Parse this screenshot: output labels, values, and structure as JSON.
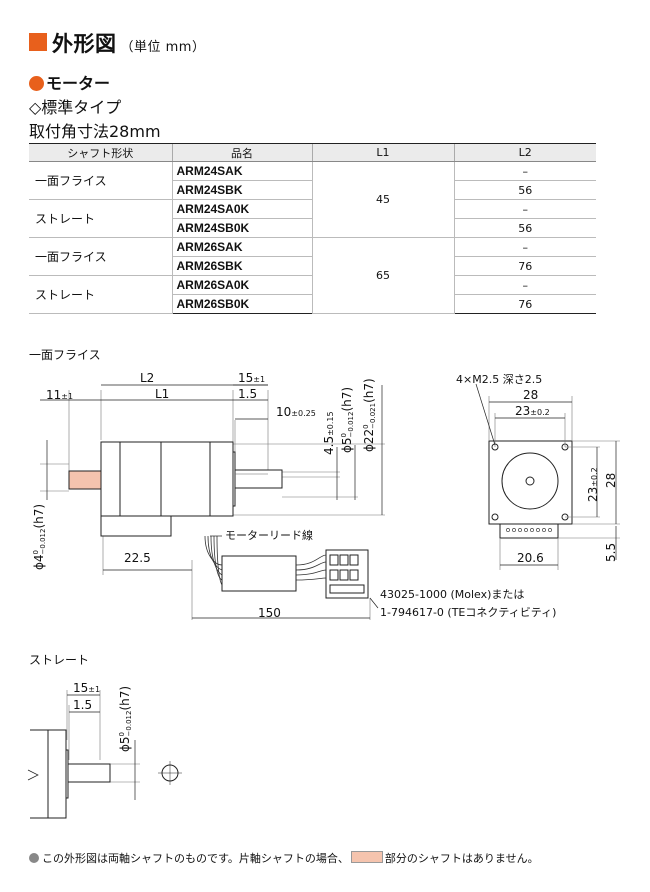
{
  "header": {
    "title": "外形図",
    "unit": "（単位 mm）"
  },
  "section": {
    "category": "モーター",
    "type": "◇標準タイプ",
    "size": "取付角寸法28mm"
  },
  "table": {
    "headers": [
      "シャフト形状",
      "品名",
      "L1",
      "L2"
    ],
    "shaft_labels": [
      "一面フライス",
      "ストレート",
      "一面フライス",
      "ストレート"
    ],
    "rows": [
      {
        "model": "ARM24SAK",
        "l2": "–"
      },
      {
        "model": "ARM24SBK",
        "l2": "56"
      },
      {
        "model": "ARM24SA0K",
        "l2": "–"
      },
      {
        "model": "ARM24SB0K",
        "l2": "56"
      },
      {
        "model": "ARM26SAK",
        "l2": "–"
      },
      {
        "model": "ARM26SBK",
        "l2": "76"
      },
      {
        "model": "ARM26SA0K",
        "l2": "–"
      },
      {
        "model": "ARM26SB0K",
        "l2": "76"
      }
    ],
    "l1_values": [
      "45",
      "65"
    ]
  },
  "drawing1": {
    "label": "一面フライス",
    "dims": {
      "l2": "L2",
      "l1": "L1",
      "d11": "11",
      "tol_11": "±1",
      "d15": "15",
      "tol_15": "±1",
      "d1_5": "1.5",
      "d10": "10",
      "tol_10": "±0.25",
      "d4_5": "4.5",
      "tol_4_5": "±0.15",
      "phi5": "ϕ5",
      "phi5_tol_top": "0",
      "phi5_tol_bottom": "−0.012",
      "phi5_fit": "(h7)",
      "phi22": "ϕ22",
      "phi22_tol_top": "0",
      "phi22_tol_bottom": "−0.021",
      "phi22_fit": "(h7)",
      "phi4": "ϕ4",
      "phi4_tol_top": "0",
      "phi4_tol_bottom": "−0.012",
      "phi4_fit": "(h7)",
      "d22_5": "22.5",
      "d150": "150",
      "lead": "モーターリード線",
      "conn1": "43025-1000 (Molex)または",
      "conn2": "1-794617-0 (TEコネクティビティ)"
    },
    "front": {
      "holes": "4×M2.5 深さ2.5",
      "d28": "28",
      "d23": "23",
      "tol_23": "±0.2",
      "d23v": "23",
      "tol_23v": "±0.2",
      "d28v": "28",
      "d20_6": "20.6",
      "d5_5": "5.5"
    }
  },
  "drawing2": {
    "label": "ストレート",
    "d15": "15",
    "tol_15": "±1",
    "d1_5": "1.5",
    "phi5": "ϕ5",
    "phi5_tol_top": "0",
    "phi5_tol_bottom": "−0.012",
    "phi5_fit": "(h7)"
  },
  "footnote": {
    "text1": "この外形図は両軸シャフトのものです。片軸シャフトの場合、",
    "text2": "部分のシャフトはありません。"
  },
  "colors": {
    "accent": "#e8601c",
    "shaft_highlight": "#f5c4ae",
    "table_header": "#ebebeb"
  }
}
